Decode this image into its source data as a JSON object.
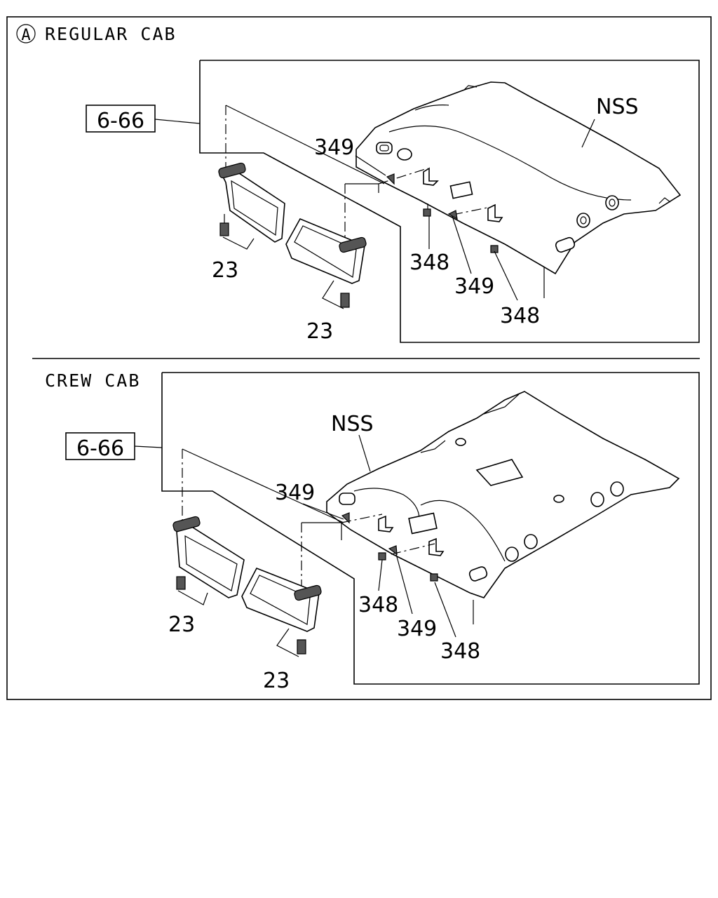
{
  "regular": {
    "circle_letter": "A",
    "title": "REGULAR CAB",
    "ref_box": "6-66",
    "labels": {
      "nss": "NSS",
      "p349_top": "349",
      "p348_a": "348",
      "p349_b": "349",
      "p348_b": "348",
      "p23_a": "23",
      "p23_b": "23"
    }
  },
  "crew": {
    "title": "CREW CAB",
    "ref_box": "6-66",
    "labels": {
      "nss": "NSS",
      "p349_top": "349",
      "p348_a": "348",
      "p349_b": "349",
      "p348_b": "348",
      "p23_a": "23",
      "p23_b": "23"
    }
  }
}
